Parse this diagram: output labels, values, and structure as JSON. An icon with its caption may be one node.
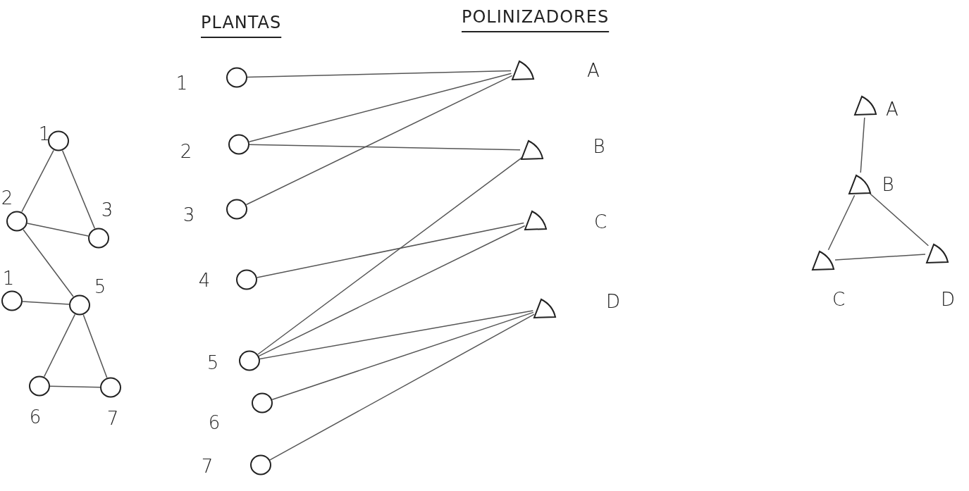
{
  "diagram": {
    "nodes": [
      {
        "text": [],
        "shape": "circle",
        "beside": [
          "1"
        ]
      },
      {
        "text": [],
        "shape": "circle",
        "beside": [
          "2"
        ]
      },
      {
        "text": [],
        "shape": "circle",
        "beside": [
          "3"
        ]
      },
      {
        "text": [],
        "shape": "circle",
        "beside": [
          "1"
        ]
      },
      {
        "text": [],
        "shape": "circle",
        "beside": [
          "5"
        ]
      },
      {
        "text": [],
        "shape": "circle",
        "beside": [
          "6"
        ]
      },
      {
        "text": [],
        "shape": "circle",
        "beside": [
          "7"
        ]
      },
      {
        "text": [],
        "shape": "circle",
        "beside": [
          "1"
        ]
      },
      {
        "text": [],
        "shape": "circle",
        "beside": [
          "2"
        ]
      },
      {
        "text": [],
        "shape": "circle",
        "beside": [
          "3"
        ]
      },
      {
        "text": [],
        "shape": "circle",
        "beside": [
          "4"
        ]
      },
      {
        "text": [],
        "shape": "circle",
        "beside": [
          "5"
        ]
      },
      {
        "text": [],
        "shape": "circle",
        "beside": [
          "6"
        ]
      },
      {
        "text": [],
        "shape": "circle",
        "beside": [
          "7"
        ]
      },
      {
        "text": [],
        "shape": "triangle",
        "beside": [
          "A"
        ]
      },
      {
        "text": [],
        "shape": "triangle",
        "beside": [
          "B"
        ]
      },
      {
        "text": [],
        "shape": "triangle",
        "beside": [
          "C"
        ]
      },
      {
        "text": [],
        "shape": "triangle",
        "beside": [
          "D"
        ]
      },
      {
        "text": [],
        "shape": "triangle",
        "beside": [
          "A"
        ]
      },
      {
        "text": [],
        "shape": "triangle",
        "beside": [
          "B"
        ]
      },
      {
        "text": [],
        "shape": "triangle",
        "beside": [
          "C"
        ]
      },
      {
        "text": [],
        "shape": "triangle",
        "beside": [
          "D"
        ]
      }
    ],
    "edges": [
      {
        "from": 0,
        "to": 1,
        "arrow": "none"
      },
      {
        "from": 0,
        "to": 2,
        "arrow": "none"
      },
      {
        "from": 1,
        "to": 2,
        "arrow": "none"
      },
      {
        "from": 1,
        "to": 4,
        "arrow": "none"
      },
      {
        "from": 3,
        "to": 4,
        "arrow": "none"
      },
      {
        "from": 4,
        "to": 5,
        "arrow": "none"
      },
      {
        "from": 4,
        "to": 6,
        "arrow": "none"
      },
      {
        "from": 5,
        "to": 6,
        "arrow": "none"
      },
      {
        "from": 7,
        "to": 14,
        "arrow": "none"
      },
      {
        "from": 8,
        "to": 14,
        "arrow": "none"
      },
      {
        "from": 8,
        "to": 15,
        "arrow": "none"
      },
      {
        "from": 9,
        "to": 14,
        "arrow": "none"
      },
      {
        "from": 10,
        "to": 16,
        "arrow": "none"
      },
      {
        "from": 11,
        "to": 15,
        "arrow": "none"
      },
      {
        "from": 11,
        "to": 16,
        "arrow": "none"
      },
      {
        "from": 11,
        "to": 17,
        "arrow": "none"
      },
      {
        "from": 12,
        "to": 17,
        "arrow": "none"
      },
      {
        "from": 13,
        "to": 17,
        "arrow": "none"
      },
      {
        "from": 19,
        "to": 18,
        "arrow": "none"
      },
      {
        "from": 19,
        "to": 20,
        "arrow": "none"
      },
      {
        "from": 19,
        "to": 21,
        "arrow": "none"
      },
      {
        "from": 20,
        "to": 21,
        "arrow": "none"
      }
    ],
    "labels": [
      "PLANTAS",
      "POLINIZADORES"
    ]
  }
}
